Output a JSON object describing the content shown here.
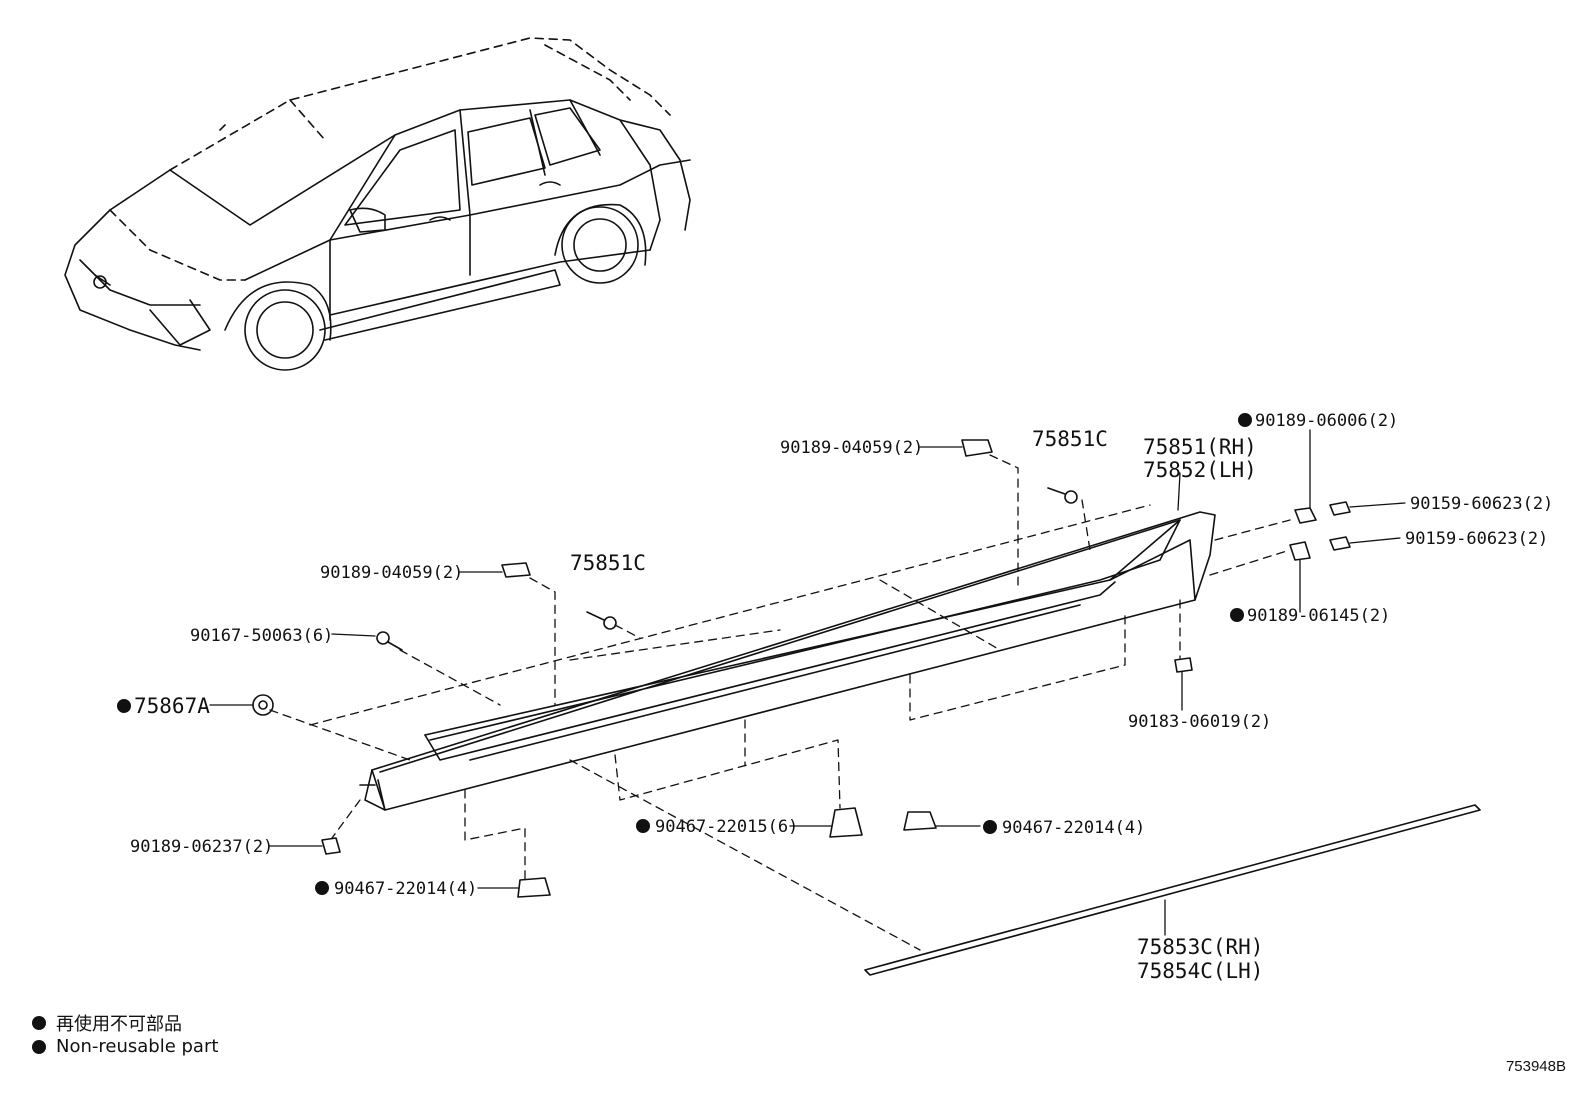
{
  "labels": {
    "p1": "90189-04059(2)",
    "p2": "75851C",
    "p3": "75851(RH)",
    "p4": "75852(LH)",
    "p5": "90189-06006(2)",
    "p6": "90159-60623(2)",
    "p7": "90159-60623(2)",
    "p8": "90189-06145(2)",
    "p9": "90189-04059(2)",
    "p10": "75851C",
    "p11": "90167-50063(6)",
    "p12": "75867A",
    "p13": "90183-06019(2)",
    "p14": "90189-06237(2)",
    "p15": "90467-22015(6)",
    "p16": "90467-22014(4)",
    "p17": "90467-22014(4)",
    "p18": "75853C(RH)",
    "p19": "75854C(LH)"
  },
  "legend": {
    "jp": "再使用不可部品",
    "en": "Non-reusable part"
  },
  "diagram_code": "753948B"
}
